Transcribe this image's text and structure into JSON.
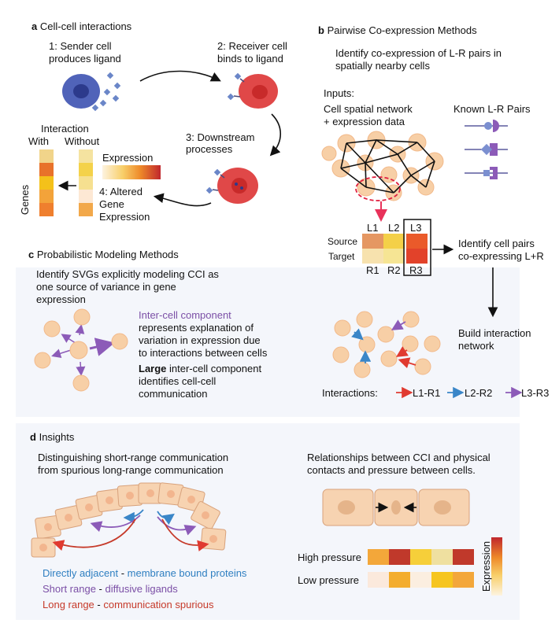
{
  "panel_a": {
    "letter": "a",
    "title": "Cell-cell interactions",
    "step1_line1": "1: Sender cell",
    "step1_line2": "produces ligand",
    "step2_line1": "2: Receiver cell",
    "step2_line2": "binds to ligand",
    "step3_line1": "3: Downstream",
    "step3_line2": "processes",
    "step4_line1": "4: Altered",
    "step4_line2": "Gene",
    "step4_line3": "Expression",
    "interaction_label": "Interaction",
    "with_label": "With",
    "without_label": "Without",
    "genes_label": "Genes",
    "expression_label": "Expression",
    "with_column": [
      "#f1d48a",
      "#e8722a",
      "#f4c11a",
      "#f3a33a",
      "#ef7f2e"
    ],
    "without_column": [
      "#f5e3a0",
      "#f4d24a",
      "#f6e090",
      "#fde8d4",
      "#f2a84a"
    ]
  },
  "panel_b": {
    "letter": "b",
    "title": "Pairwise Co-expression Methods",
    "desc_line1": "Identify co-expression of L-R pairs in",
    "desc_line2": "spatially nearby cells",
    "inputs_label": "Inputs:",
    "network_line1": "Cell spatial network",
    "network_line2": "+ expression data",
    "known_pairs": "Known L-R Pairs",
    "ligands": [
      "L1",
      "L2",
      "L3"
    ],
    "receptors": [
      "R1",
      "R2",
      "R3"
    ],
    "source_label": "Source",
    "target_label": "Target",
    "source_colors": [
      "#e59762",
      "#f4d048",
      "#ea5a2a"
    ],
    "target_colors": [
      "#f7e2ae",
      "#f6e594",
      "#e2422a"
    ],
    "identify_line1": "Identify cell pairs",
    "identify_line2": "co-expressing L+R",
    "build_line1": "Build interaction",
    "build_line2": "network",
    "interactions_label": "Interactions:",
    "legend": [
      {
        "label": "L1-R1",
        "color": "#e03a30"
      },
      {
        "label": "L2-R2",
        "color": "#3a86c8"
      },
      {
        "label": "L3-R3",
        "color": "#8c5bb8"
      }
    ]
  },
  "panel_c": {
    "letter": "c",
    "title": "Probabilistic Modeling Methods",
    "desc_line1": "Identify SVGs explicitly modeling CCI as",
    "desc_line2": "one source of variance in gene",
    "desc_line3": "expression",
    "inter_line1": "Inter-cell component",
    "inter_line2": "represents explanation of",
    "inter_line3": "variation in expression due",
    "inter_line4": "to interactions between cells",
    "large_bold": "Large",
    "large_rest": " inter-cell component",
    "large_line2": "identifies cell-cell",
    "large_line3": "communication"
  },
  "panel_d": {
    "letter": "d",
    "title": "Insights",
    "left_line1": "Distinguishing short-range communication",
    "left_line2": "from spurious long-range communication",
    "right_line1": "Relationships between CCI and physical",
    "right_line2": "contacts and pressure between cells.",
    "direct_a": "Directly adjacent",
    "direct_b": "membrane bound proteins",
    "short_a": "Short range",
    "short_b": "diffusive ligands",
    "long_a": "Long range",
    "long_b": "communication spurious",
    "dash": " - ",
    "high_pressure": "High pressure",
    "low_pressure": "Low pressure",
    "expression_label": "Expression",
    "high_colors": [
      "#f3a73a",
      "#c0392b",
      "#f6cf3a",
      "#efe0a0",
      "#c0392b"
    ],
    "low_colors": [
      "#fbe9dc",
      "#f3ad2e",
      "#fbeee0",
      "#f6c51f",
      "#f3a73a"
    ]
  }
}
